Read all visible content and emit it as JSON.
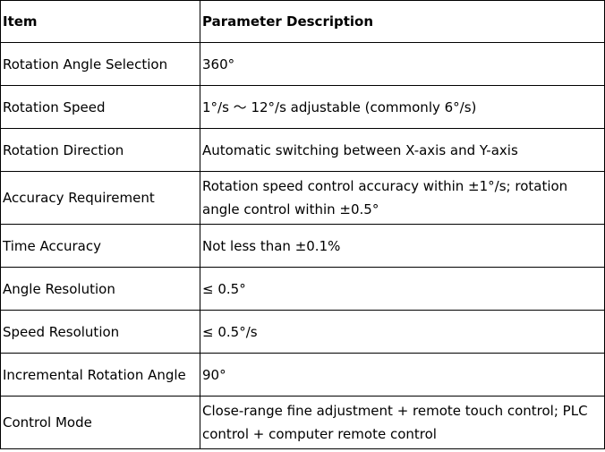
{
  "table": {
    "headers": [
      "Item",
      "Parameter Description"
    ],
    "rows": [
      {
        "item": "Rotation Angle Selection",
        "description": "360°"
      },
      {
        "item": "Rotation Speed",
        "description": "1°/s ～ 12°/s adjustable (commonly 6°/s)"
      },
      {
        "item": "Rotation Direction",
        "description": "Automatic switching between X-axis and Y-axis"
      },
      {
        "item": "Accuracy Requirement",
        "description": "Rotation speed control accuracy within ±1°/s; rotation angle control within ±0.5°"
      },
      {
        "item": "Time Accuracy",
        "description": "Not less than ±0.1%"
      },
      {
        "item": "Angle Resolution",
        "description": "≤ 0.5°"
      },
      {
        "item": "Speed Resolution",
        "description": "≤ 0.5°/s"
      },
      {
        "item": "Incremental Rotation Angle",
        "description": "90°"
      },
      {
        "item": "Control Mode",
        "description": "Close-range fine adjustment + remote touch control; PLC control + computer remote control"
      }
    ]
  }
}
